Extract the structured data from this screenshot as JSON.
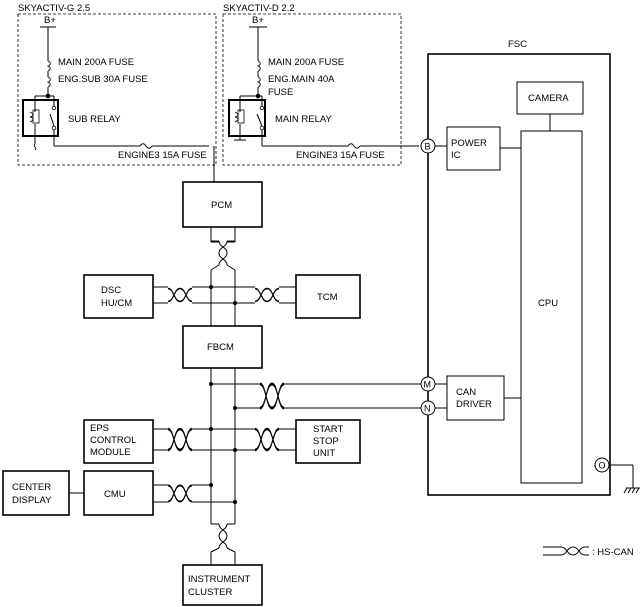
{
  "variants": {
    "g25": {
      "label": "SKYACTIV-G 2.5",
      "supply": "B+",
      "fuse1": "MAIN 200A FUSE",
      "fuse2": "ENG.SUB 30A FUSE",
      "relay": "SUB RELAY",
      "fuse3": "ENGINE3 15A FUSE"
    },
    "d22": {
      "label": "SKYACTIV-D 2.2",
      "supply": "B+",
      "fuse1": "MAIN 200A FUSE",
      "fuse2a": "ENG.MAIN 40A",
      "fuse2b": "FUSE",
      "relay": "MAIN RELAY",
      "fuse3": "ENGINE3 15A FUSE"
    }
  },
  "fsc": {
    "title": "FSC",
    "camera": "CAMERA",
    "power_ic": [
      "POWER",
      "IC"
    ],
    "cpu": "CPU",
    "can_driver": [
      "CAN",
      "DRIVER"
    ],
    "terminals": {
      "b": "B",
      "m": "M",
      "n": "N",
      "o": "O"
    }
  },
  "modules": {
    "pcm": "PCM",
    "dsc": [
      "DSC",
      "HU/CM"
    ],
    "tcm": "TCM",
    "fbcm": "FBCM",
    "eps": [
      "EPS",
      "CONTROL",
      "MODULE"
    ],
    "ssu": [
      "START",
      "STOP",
      "UNIT"
    ],
    "center_display": [
      "CENTER",
      "DISPLAY"
    ],
    "cmu": "CMU",
    "cluster": [
      "INSTRUMENT",
      "CLUSTER"
    ]
  },
  "legend": {
    "label": ": HS-CAN"
  }
}
